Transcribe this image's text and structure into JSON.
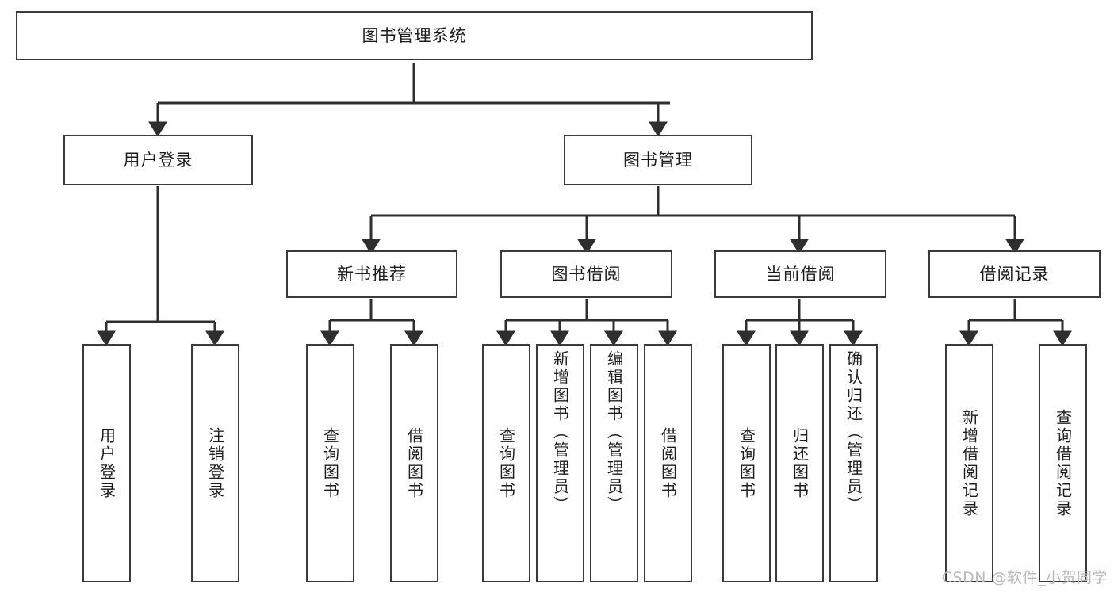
{
  "diagram": {
    "title": "图书管理系统",
    "type": "hierarchy-tree",
    "line_color": "#3a3a3a",
    "box_fill": "#ffffff",
    "text_color": "#1d1d1d",
    "watermark": "CSDN @软件_小贺同学",
    "levels": {
      "root": {
        "label": "图书管理系统"
      },
      "level2": [
        {
          "label": "用户登录"
        },
        {
          "label": "图书管理"
        }
      ],
      "level3": [
        {
          "label": "新书推荐"
        },
        {
          "label": "图书借阅"
        },
        {
          "label": "当前借阅"
        },
        {
          "label": "借阅记录"
        }
      ],
      "leaves": {
        "user_login": [
          {
            "label": "用户登录"
          },
          {
            "label": "注销登录"
          }
        ],
        "new_book_recommend": [
          {
            "label": "查询图书"
          },
          {
            "label": "借阅图书"
          }
        ],
        "book_borrow": [
          {
            "label": "查询图书"
          },
          {
            "label": "新增图书（管理员）"
          },
          {
            "label": "编辑图书（管理员）"
          },
          {
            "label": "借阅图书"
          }
        ],
        "current_borrow": [
          {
            "label": "查询图书"
          },
          {
            "label": "归还图书"
          },
          {
            "label": "确认归还（管理员）"
          }
        ],
        "borrow_record": [
          {
            "label": "新增借阅记录"
          },
          {
            "label": "查询借阅记录"
          }
        ]
      }
    }
  }
}
